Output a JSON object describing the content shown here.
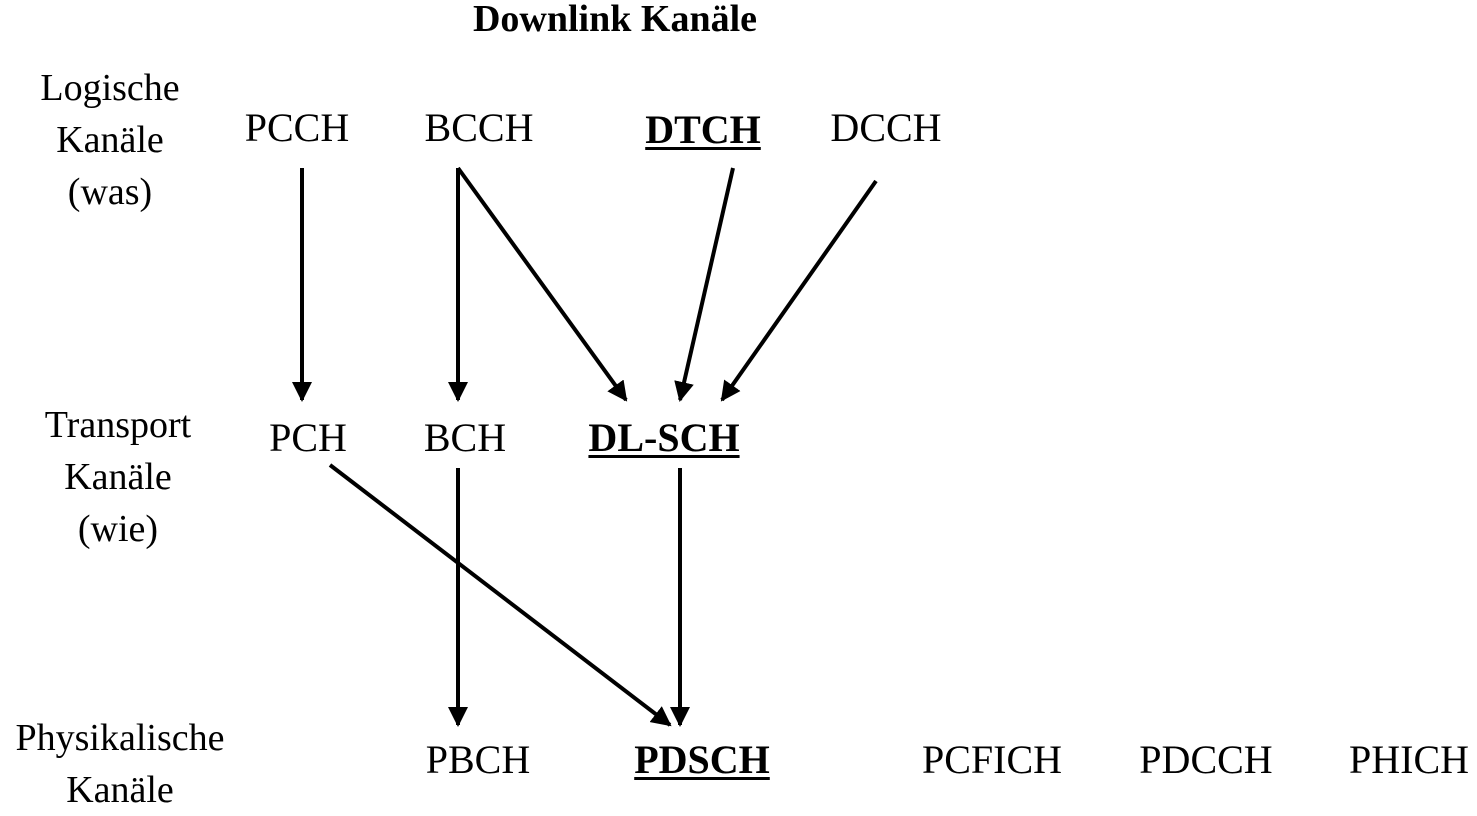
{
  "title": "Downlink Kanäle",
  "row_labels": {
    "logical": [
      "Logische",
      "Kanäle",
      "(was)"
    ],
    "transport": [
      "Transport",
      "Kanäle",
      "(wie)"
    ],
    "physical": [
      "Physikalische",
      "Kanäle"
    ]
  },
  "logical_channels": {
    "pcch": "PCCH",
    "bcch": "BCCH",
    "dtch": "DTCH",
    "dcch": "DCCH"
  },
  "transport_channels": {
    "pch": "PCH",
    "bch": "BCH",
    "dlsch": "DL-SCH"
  },
  "physical_channels": {
    "pbch": "PBCH",
    "pdsch": "PDSCH",
    "pcfich": "PCFICH",
    "pdcch": "PDCCH",
    "phich": "PHICH"
  },
  "mappings": [
    {
      "from": "PCCH",
      "to": "PCH"
    },
    {
      "from": "BCCH",
      "to": "BCH"
    },
    {
      "from": "BCCH",
      "to": "DL-SCH"
    },
    {
      "from": "DTCH",
      "to": "DL-SCH"
    },
    {
      "from": "DCCH",
      "to": "DL-SCH"
    },
    {
      "from": "PCH",
      "to": "PDSCH"
    },
    {
      "from": "BCH",
      "to": "PBCH"
    },
    {
      "from": "DL-SCH",
      "to": "PDSCH"
    }
  ],
  "colors": {
    "ink": "#000000",
    "background": "#ffffff"
  }
}
